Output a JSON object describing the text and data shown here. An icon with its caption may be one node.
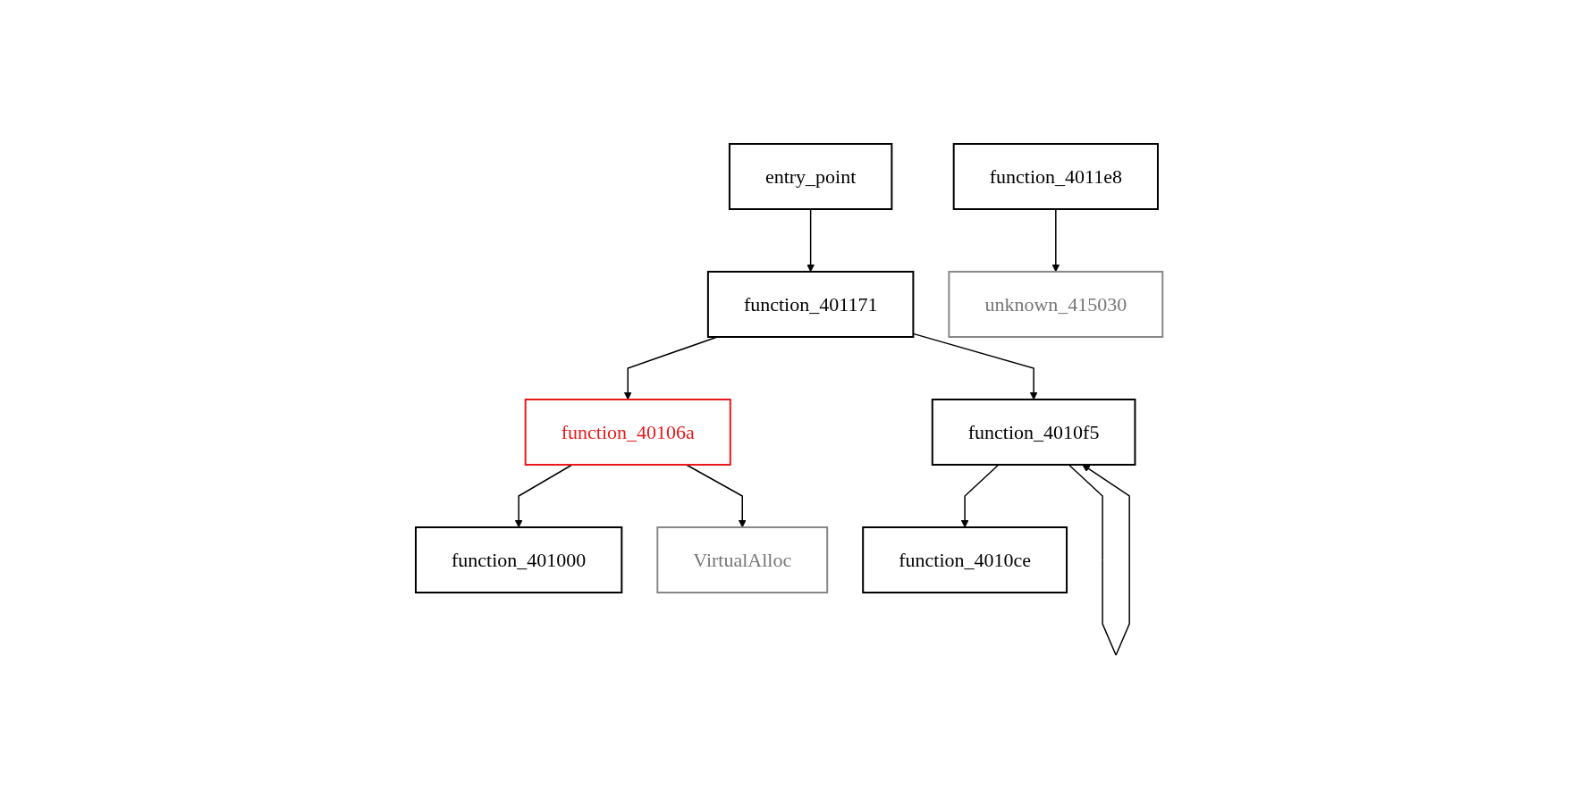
{
  "diagram": {
    "nodes": [
      {
        "text": [
          "entry_point"
        ]
      },
      {
        "text": [
          "function_4011e8"
        ]
      },
      {
        "text": [
          "function_401171"
        ]
      },
      {
        "text": [
          "unknown_415030"
        ]
      },
      {
        "text": [
          "function_40106a"
        ]
      },
      {
        "text": [
          "function_4010f5"
        ]
      },
      {
        "text": [
          "function_401000"
        ]
      },
      {
        "text": [
          "VirtualAlloc"
        ]
      },
      {
        "text": [
          "function_4010ce"
        ]
      }
    ],
    "edges": [
      {
        "from": 0,
        "to": 2,
        "arrow": "to"
      },
      {
        "from": 1,
        "to": 3,
        "arrow": "to"
      },
      {
        "from": 2,
        "to": 4,
        "arrow": "to"
      },
      {
        "from": 2,
        "to": 5,
        "arrow": "to"
      },
      {
        "from": 5,
        "to": 5,
        "arrow": "to"
      },
      {
        "from": 4,
        "to": 6,
        "arrow": "to"
      },
      {
        "from": 4,
        "to": 7,
        "arrow": "to"
      },
      {
        "from": 5,
        "to": 8,
        "arrow": "to"
      }
    ]
  }
}
